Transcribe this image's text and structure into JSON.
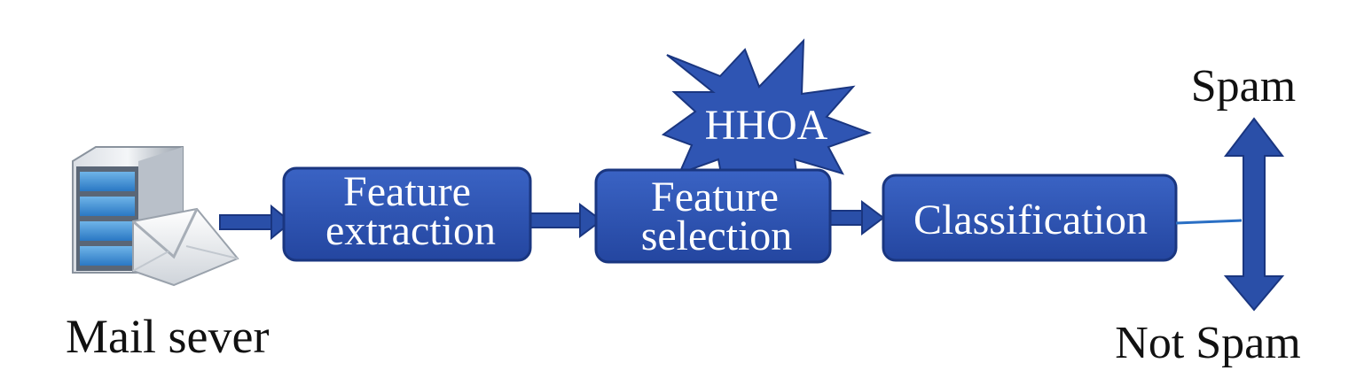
{
  "diagram": {
    "source_label": "Mail sever",
    "steps": [
      {
        "label_line1": "Feature",
        "label_line2": "extraction"
      },
      {
        "label_line1": "Feature",
        "label_line2": "selection"
      },
      {
        "label_line1": "Classification"
      }
    ],
    "optimizer_label": "HHOA",
    "outputs": {
      "positive": "Spam",
      "negative": "Not Spam"
    }
  },
  "colors": {
    "box_fill": "#2f55b3",
    "box_stroke": "#1a3680",
    "arrow": "#2a4fa8",
    "text_on_box": "#ffffff",
    "label_text": "#111111"
  },
  "icons": {
    "source": "mail-server-icon",
    "envelope": "envelope-icon",
    "optimizer_shape": "starburst-icon"
  }
}
